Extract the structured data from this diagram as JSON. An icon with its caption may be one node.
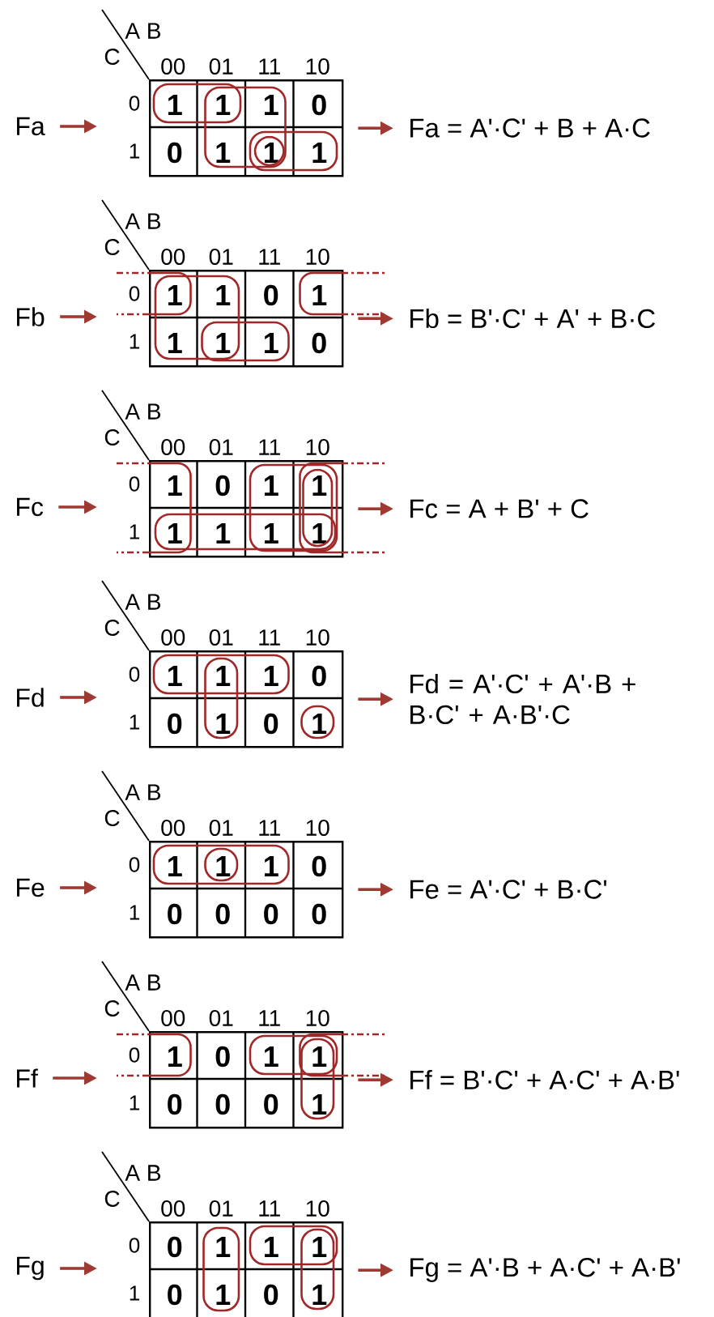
{
  "diagram": {
    "nodes": [
      {
        "text": [
          "Fa"
        ]
      },
      {
        "text": [
          "A B",
          "C",
          "00",
          "01",
          "11",
          "10",
          "0",
          "1",
          "1",
          "1",
          "0",
          "1",
          "0",
          "1",
          "1",
          "1"
        ]
      },
      {
        "text": [
          "Fa = A'·C' + B + A·C"
        ]
      },
      {
        "text": [
          "Fb"
        ]
      },
      {
        "text": [
          "A B",
          "C",
          "00",
          "01",
          "11",
          "10",
          "0",
          "1",
          "1",
          "0",
          "1",
          "1",
          "1",
          "1",
          "1",
          "0"
        ]
      },
      {
        "text": [
          "Fb = B'·C' + A' + B·C"
        ]
      },
      {
        "text": [
          "Fc"
        ]
      },
      {
        "text": [
          "A B",
          "C",
          "00",
          "01",
          "11",
          "10",
          "0",
          "1",
          "0",
          "1",
          "1",
          "1",
          "1",
          "1",
          "1",
          "1"
        ]
      },
      {
        "text": [
          "Fc = A + B' + C"
        ]
      },
      {
        "text": [
          "Fd"
        ]
      },
      {
        "text": [
          "A B",
          "C",
          "00",
          "01",
          "11",
          "10",
          "0",
          "1",
          "1",
          "1",
          "0",
          "1",
          "0",
          "1",
          "0",
          "1"
        ]
      },
      {
        "text": [
          "Fd = A'·C' + A'·B + B·C' + A·B'·C"
        ]
      },
      {
        "text": [
          "Fe"
        ]
      },
      {
        "text": [
          "A B",
          "C",
          "00",
          "01",
          "11",
          "10",
          "0",
          "1",
          "1",
          "1",
          "0",
          "1",
          "0",
          "0",
          "0",
          "0"
        ]
      },
      {
        "text": [
          "Fe = A'·C' + B·C'"
        ]
      },
      {
        "text": [
          "Ff"
        ]
      },
      {
        "text": [
          "A B",
          "C",
          "00",
          "01",
          "11",
          "10",
          "0",
          "1",
          "0",
          "1",
          "1",
          "1",
          "0",
          "0",
          "0",
          "1"
        ]
      },
      {
        "text": [
          "Ff = B'·C' + A·C' + A·B'"
        ]
      },
      {
        "text": [
          "Fg"
        ]
      },
      {
        "text": [
          "A B",
          "C",
          "00",
          "01",
          "11",
          "10",
          "0",
          "0",
          "1",
          "1",
          "1",
          "1",
          "0",
          "1",
          "0",
          "1"
        ]
      },
      {
        "text": [
          "Fg = A'·B + A·C' + A·B'"
        ]
      }
    ],
    "edges": [
      {
        "from": 0,
        "to": 1,
        "arrow": "to"
      },
      {
        "from": 1,
        "to": 2,
        "arrow": "to"
      },
      {
        "from": 3,
        "to": 4,
        "arrow": "to"
      },
      {
        "from": 4,
        "to": 5,
        "arrow": "to"
      },
      {
        "from": 6,
        "to": 7,
        "arrow": "to"
      },
      {
        "from": 7,
        "to": 8,
        "arrow": "to"
      },
      {
        "from": 9,
        "to": 10,
        "arrow": "to"
      },
      {
        "from": 10,
        "to": 11,
        "arrow": "to"
      },
      {
        "from": 12,
        "to": 13,
        "arrow": "to"
      },
      {
        "from": 13,
        "to": 14,
        "arrow": "to"
      },
      {
        "from": 15,
        "to": 16,
        "arrow": "to"
      },
      {
        "from": 16,
        "to": 17,
        "arrow": "to"
      },
      {
        "from": 18,
        "to": 19,
        "arrow": "to"
      },
      {
        "from": 19,
        "to": 20,
        "arrow": "to"
      }
    ]
  }
}
